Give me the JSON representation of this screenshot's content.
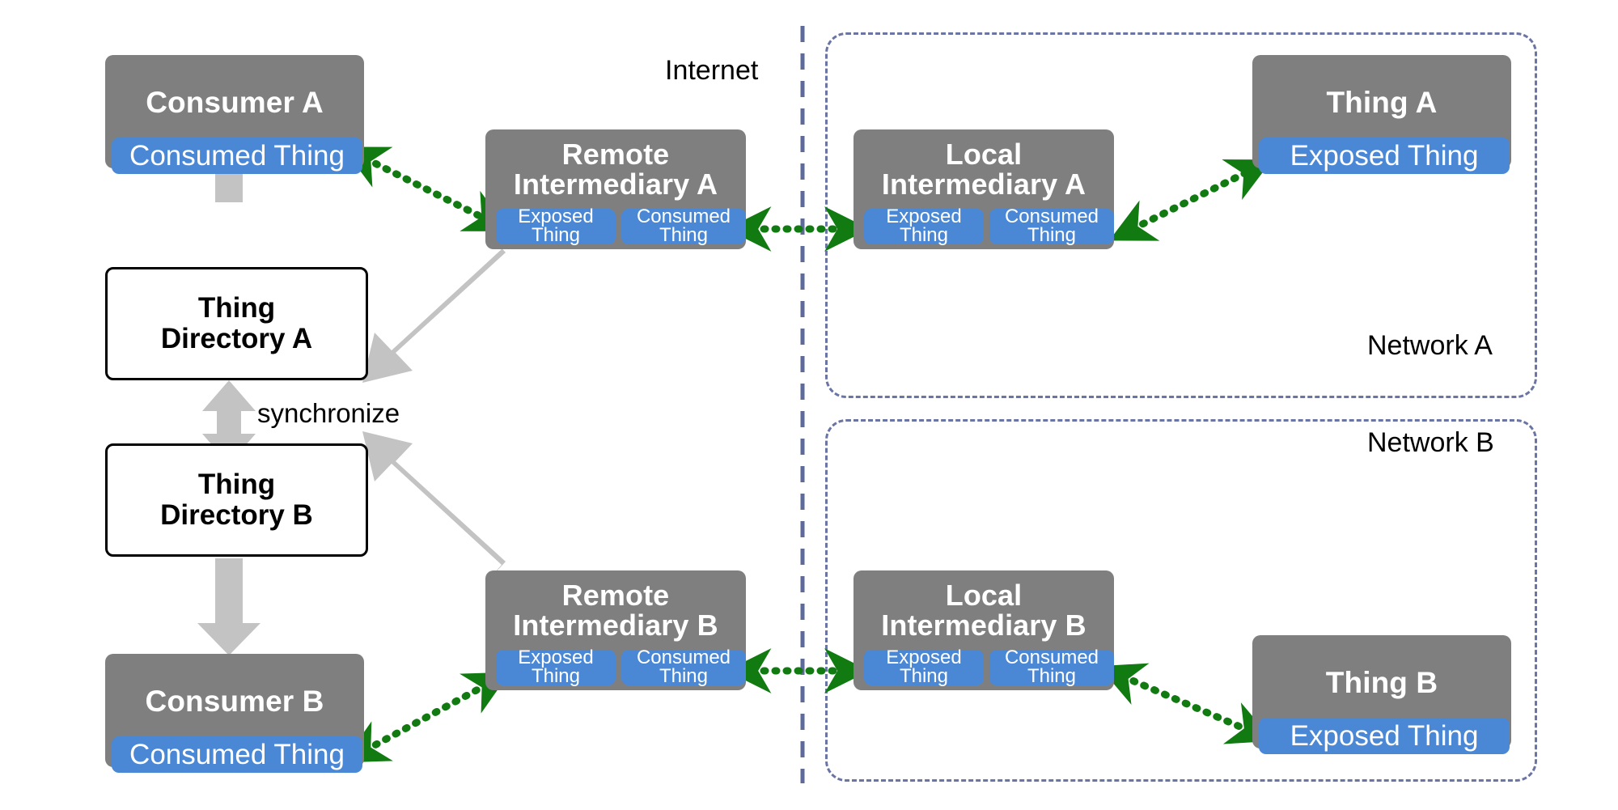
{
  "diagram": {
    "labels": {
      "internet": "Internet",
      "network_a": "Network A",
      "network_b": "Network B",
      "synchronize": "synchronize"
    },
    "nodes": {
      "consumer_a": {
        "title": "Consumer A",
        "pill": "Consumed Thing"
      },
      "consumer_b": {
        "title": "Consumer B",
        "pill": "Consumed Thing"
      },
      "thing_directory_a": {
        "title": "Thing\nDirectory A"
      },
      "thing_directory_b": {
        "title": "Thing\nDirectory B"
      },
      "remote_intermediary_a": {
        "title": "Remote\nIntermediary A",
        "pill_left": "Exposed\nThing",
        "pill_right": "Consumed\nThing"
      },
      "remote_intermediary_b": {
        "title": "Remote\nIntermediary B",
        "pill_left": "Exposed\nThing",
        "pill_right": "Consumed\nThing"
      },
      "local_intermediary_a": {
        "title": "Local\nIntermediary A",
        "pill_left": "Exposed\nThing",
        "pill_right": "Consumed\nThing"
      },
      "local_intermediary_b": {
        "title": "Local\nIntermediary B",
        "pill_left": "Exposed\nThing",
        "pill_right": "Consumed\nThing"
      },
      "thing_a": {
        "title": "Thing A",
        "pill": "Exposed Thing"
      },
      "thing_b": {
        "title": "Thing B",
        "pill": "Exposed Thing"
      }
    },
    "colors": {
      "node_fill": "#7f7f7f",
      "pill_fill": "#4a88d6",
      "link_green": "#117a11",
      "link_gray": "#c3c3c3",
      "network_border": "#6b75a4",
      "divider": "#5e6a99",
      "text_light": "#ffffff",
      "text_dark": "#000000"
    }
  }
}
